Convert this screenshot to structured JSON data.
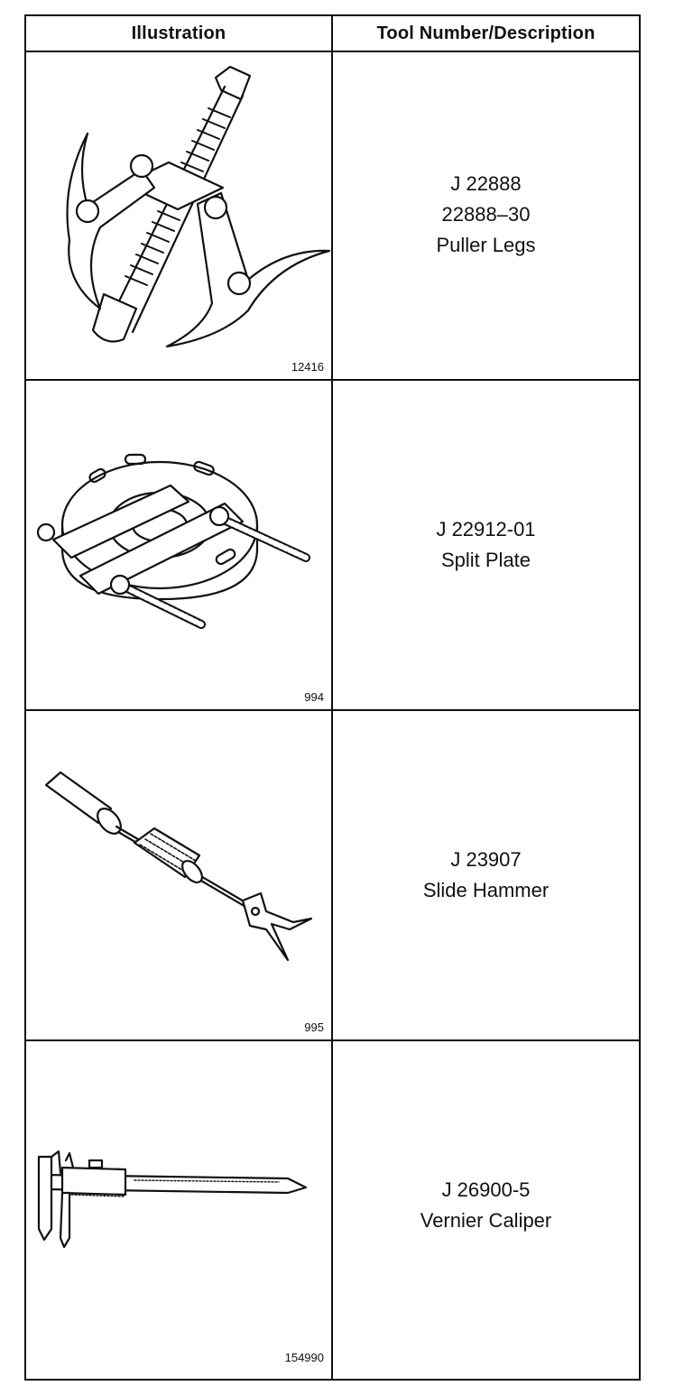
{
  "header": {
    "illustration": "Illustration",
    "tool_number": "Tool Number/Description"
  },
  "rows": [
    {
      "figure_number": "12416",
      "icon": "puller-legs-icon",
      "lines": [
        "J 22888",
        "22888–30",
        "Puller Legs"
      ]
    },
    {
      "figure_number": "994",
      "icon": "split-plate-icon",
      "lines": [
        "J 22912-01",
        "Split Plate"
      ]
    },
    {
      "figure_number": "995",
      "icon": "slide-hammer-icon",
      "lines": [
        "J 23907",
        "Slide Hammer"
      ]
    },
    {
      "figure_number": "154990",
      "icon": "vernier-caliper-icon",
      "lines": [
        "J 26900-5",
        "Vernier Caliper"
      ]
    }
  ]
}
